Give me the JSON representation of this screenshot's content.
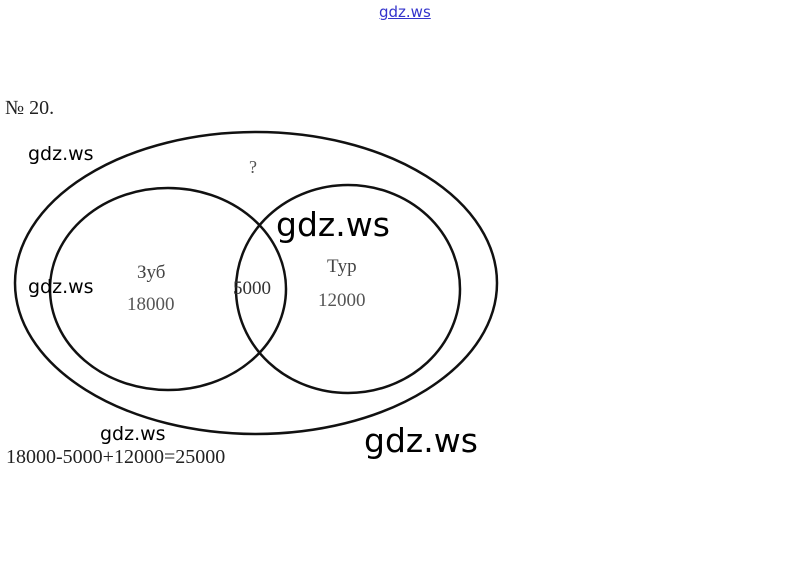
{
  "header_watermark": "gdz.ws",
  "problem_number": "№ 20.",
  "diagram": {
    "outer_label": "?",
    "left_set": {
      "name": "Зуб",
      "value": "18000"
    },
    "right_set": {
      "name": "Тур",
      "value": "12000"
    },
    "intersection_value": "5000"
  },
  "solution": "18000-5000+12000=25000",
  "watermarks": [
    "gdz.ws",
    "gdz.ws",
    "gdz.ws",
    "gdz.ws",
    "gdz.ws"
  ]
}
